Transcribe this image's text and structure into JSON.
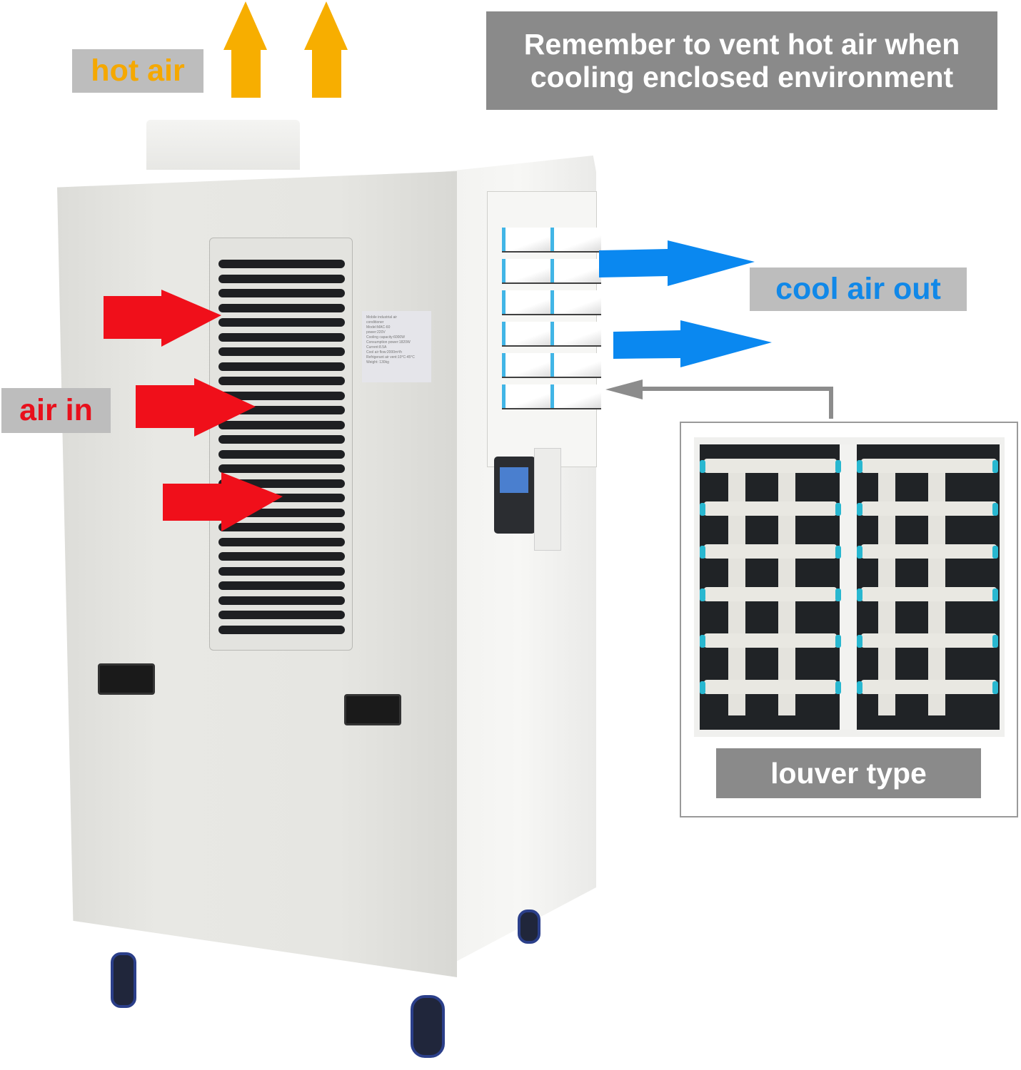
{
  "banner": {
    "line1": "Remember to vent hot air when",
    "line2": "cooling enclosed environment",
    "bg_color": "#8a8a8a",
    "text_color": "#ffffff"
  },
  "labels": {
    "hot_air": {
      "text": "hot air",
      "color": "#f5a800"
    },
    "cool_air_out": {
      "text": "cool air out",
      "color": "#1188e8"
    },
    "air_in": {
      "text": "air in",
      "color": "#e8101c"
    },
    "louver_type": {
      "text": "louver type",
      "color": "#ffffff"
    }
  },
  "arrows": {
    "hot_air": {
      "color": "#f7ae00",
      "count": 2,
      "direction": "up"
    },
    "air_in": {
      "color": "#f00f1a",
      "count": 3,
      "direction": "right"
    },
    "cool_air": {
      "color": "#0a88f0",
      "count": 2,
      "direction": "right"
    },
    "louver_pointer": {
      "color": "#8c8c8c",
      "direction": "left"
    }
  },
  "product": {
    "name": "Mobile industrial air conditioner",
    "spec_sticker_lines": [
      "Mobile industrial air",
      "conditioner",
      "Model:MAC-60",
      "power:220V",
      "Cooling capacity:6000W",
      "Consumption power:1820W",
      "Current:8.5A",
      "Cool air flow:2000m³/h",
      "Refrigerant air vent:10°C-45°C",
      "Weight: 130kg"
    ]
  }
}
